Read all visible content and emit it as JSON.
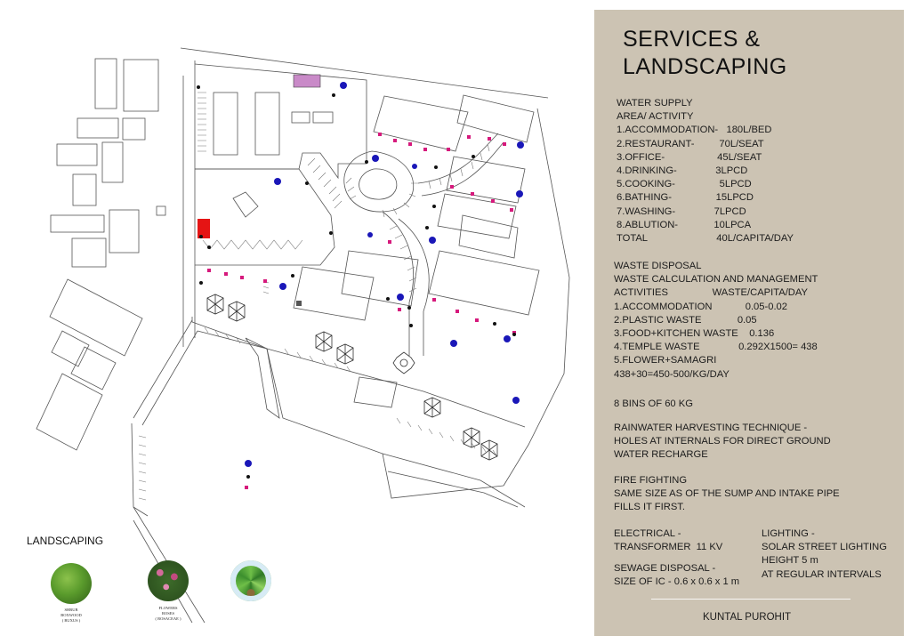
{
  "panel": {
    "title_line1": "SERVICES &",
    "title_line2": "LANDSCAPING",
    "water_supply": [
      "WATER SUPPLY",
      "AREA/ ACTIVITY",
      "1.ACCOMMODATION-   180L/BED",
      "2.RESTAURANT-         70L/SEAT",
      "3.OFFICE-                   45L/SEAT",
      "4.DRINKING-              3LPCD",
      "5.COOKING-                5LPCD",
      "6.BATHING-                15LPCD",
      "7.WASHING-              7LPCD",
      "8.ABLUTION-             10LPCA",
      "TOTAL                         40L/CAPITA/DAY"
    ],
    "waste_disposal": [
      "WASTE DISPOSAL",
      "WASTE CALCULATION AND MANAGEMENT",
      "ACTIVITIES                WASTE/CAPITA/DAY",
      "1.ACCOMMODATION            0.05-0.02",
      "2.PLASTIC WASTE             0.05",
      "3.FOOD+KITCHEN WASTE    0.136",
      "4.TEMPLE WASTE              0.292X1500= 438",
      "5.FLOWER+SAMAGRI",
      "438+30=450-500/KG/DAY"
    ],
    "bins": "8 BINS OF 60 KG",
    "rainwater": [
      "RAINWATER HARVESTING TECHNIQUE -",
      "HOLES AT INTERNALS FOR DIRECT GROUND",
      "WATER RECHARGE"
    ],
    "fire": [
      "FIRE FIGHTING",
      "SAME SIZE AS OF THE SUMP AND INTAKE PIPE",
      "FILLS IT FIRST."
    ],
    "electrical": [
      "ELECTRICAL -",
      "TRANSFORMER  11 KV"
    ],
    "lighting": [
      "LIGHTING -",
      "SOLAR STREET LIGHTING",
      "HEIGHT 5 m",
      "AT REGULAR INTERVALS"
    ],
    "sewage": [
      "SEWAGE DISPOSAL -",
      "SIZE OF IC - 0.6 x 0.6 x 1 m"
    ],
    "author": "KUNTAL PUROHIT"
  },
  "landscaping": {
    "title": "LANDSCAPING",
    "plants": [
      {
        "caption": [
          "SHRUB",
          "BOXWOOD",
          "( BUXUS )"
        ],
        "color": "#4f8a2c"
      },
      {
        "caption": [
          "FLOWERS",
          "ROSES",
          "( ROSACEAE )"
        ],
        "color": "#b0497a"
      },
      {
        "caption": [],
        "color": "#3f8f3a"
      }
    ]
  },
  "colors": {
    "panel_bg": "#ccc3b3",
    "service_blue": "#1a17b8",
    "dustbin_pink": "#d6197c",
    "light_black": "#111111",
    "transformer_red": "#e51414",
    "sump_violet": "#c98ac8"
  }
}
